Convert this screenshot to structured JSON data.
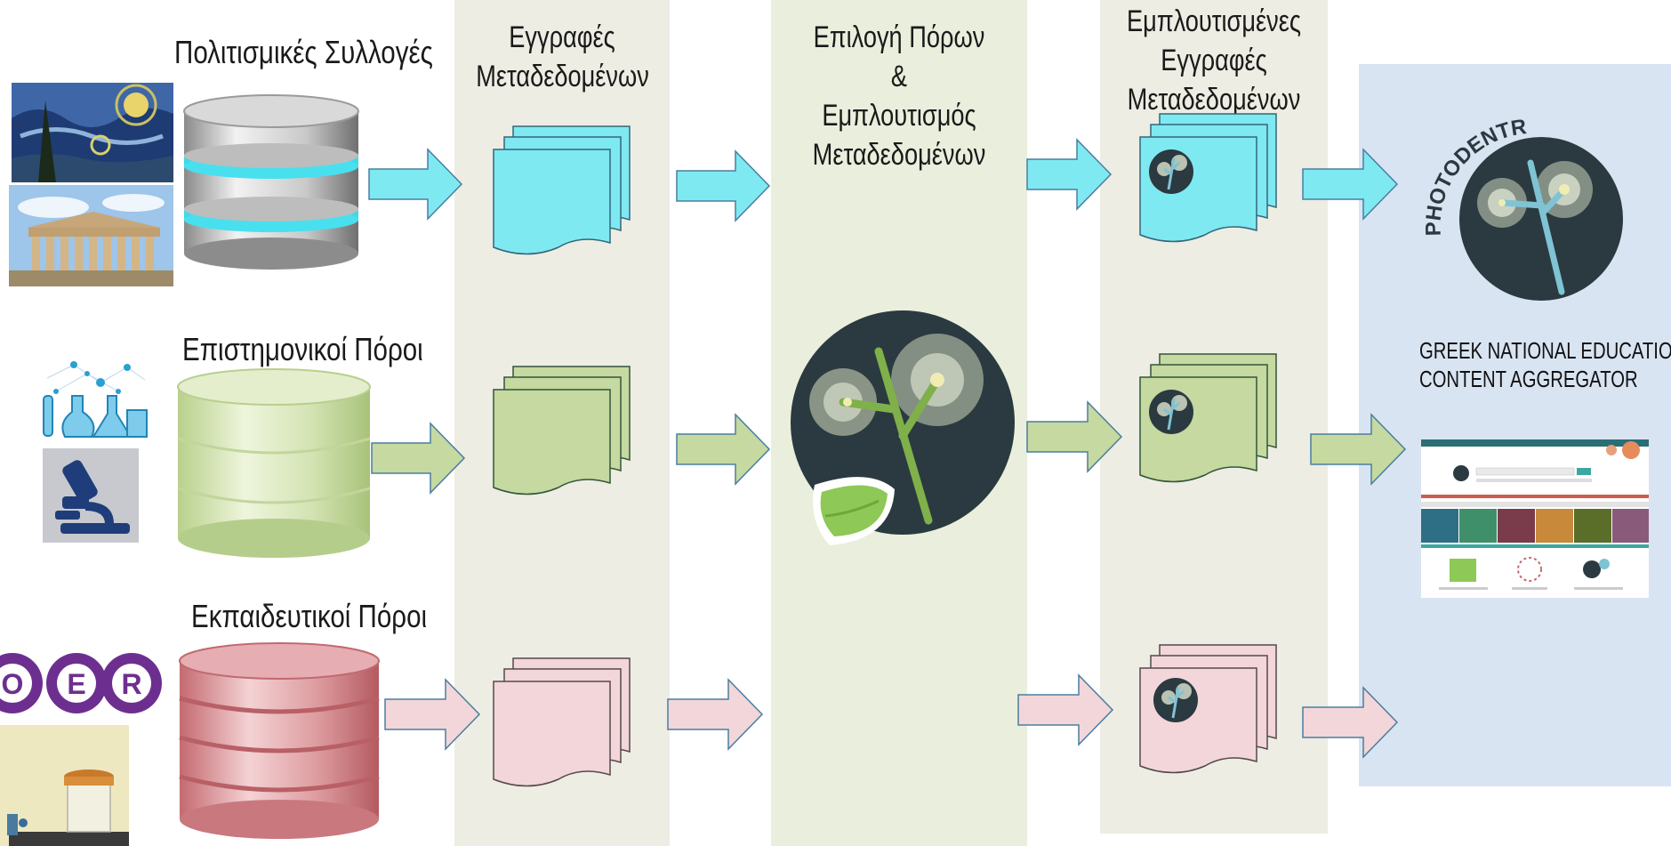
{
  "columns": {
    "metadata_records": {
      "line1": "Εγγραφές",
      "line2": "Μεταδεδομένων"
    },
    "selection_enrichment": {
      "line1": "Επιλογή Πόρων",
      "line2": "&",
      "line3": "Εμπλουτισμός",
      "line4": "Μεταδεδομένων"
    },
    "enriched_records": {
      "line1": "Εμπλουτισμένες",
      "line2": "Εγγραφές",
      "line3": "Μεταδεδομένων"
    }
  },
  "rows": [
    {
      "label": "Πολιτισμικές Συλλογές",
      "color": "#7fe9f2"
    },
    {
      "label": "Επιστημονικοί Πόροι",
      "color": "#c5d9a0"
    },
    {
      "label": "Εκπαιδευτικοί Πόροι",
      "color": "#f2d6d9"
    }
  ],
  "oer": {
    "l1": "O",
    "l2": "E",
    "l3": "R"
  },
  "aggregator": {
    "brand": "PHOTODENTRO",
    "line1": "GREEK NATIONAL EDUCATIONAL",
    "line2": "CONTENT  AGGREGATOR"
  },
  "colors": {
    "column_bg": "#edede3",
    "middle_column_bg": "#eaefdd",
    "aggregator_bg": "#d9e4f2",
    "logo_dark": "#2a3a40",
    "logo_stem": "#7fc3d4"
  }
}
